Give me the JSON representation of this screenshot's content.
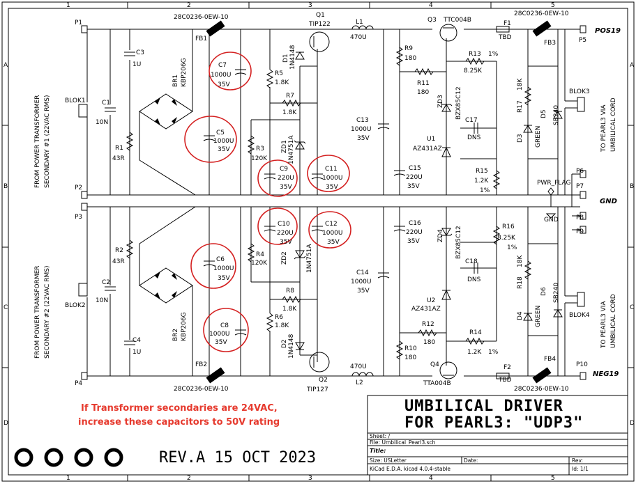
{
  "border": {
    "cols": [
      "1",
      "2",
      "3",
      "4",
      "5"
    ],
    "rows": [
      "A",
      "B",
      "C",
      "D"
    ]
  },
  "connectors": {
    "p1": "P1",
    "p2": "P2",
    "p3": "P3",
    "p4": "P4",
    "p5": "P5",
    "p6": "P6",
    "p7": "P7",
    "p8": "P8",
    "p9": "P9",
    "p10": "P10",
    "blok1": "BLOK1",
    "blok2": "BLOK2",
    "blok3": "BLOK3",
    "blok4": "BLOK4"
  },
  "nets": {
    "pos": "POS19",
    "gnd": "GND",
    "neg": "NEG19",
    "pwr_flag": "PWR_FLAG",
    "gnd_sym": "GND"
  },
  "side_labels": {
    "left_top_1": "FROM POWER TRANSFORMER",
    "left_top_2": "SECONDARY #1 (22VAC RMS)",
    "left_bot_1": "FROM POWER TRANSFORMER",
    "left_bot_2": "SECONDARY #2 (22VAC RMS)",
    "right_top_1": "TO PEARL3 VIA",
    "right_top_2": "UMBILICAL CORD",
    "right_bot_1": "TO PEARL3 VIA",
    "right_bot_2": "UMBILICAL CORD"
  },
  "components": {
    "fb1_part": "28C0236-0EW-10",
    "fb1": "FB1",
    "fb2": "FB2",
    "fb2_part": "28C0236-0EW-10",
    "fb3": "FB3",
    "fb3_part": "28C0236-0EW-10",
    "fb4": "FB4",
    "fb4_part": "28C0236-0EW-10",
    "c1": "C1",
    "c1v": "10N",
    "c2": "C2",
    "c2v": "10N",
    "c3": "C3",
    "c3v": "1U",
    "c4": "C4",
    "c4v": "1U",
    "r1": "R1",
    "r1v": "43R",
    "r2": "R2",
    "r2v": "43R",
    "br1": "BR1",
    "br1v": "KBP206G",
    "br2": "BR2",
    "br2v": "KBP206G",
    "c5": "C5",
    "c5v": "1000U",
    "c5r": "35V",
    "c6": "C6",
    "c6v": "1000U",
    "c6r": "35V",
    "c7": "C7",
    "c7v": "1000U",
    "c7r": "35V",
    "c8": "C8",
    "c8v": "1000U",
    "c8r": "35V",
    "c9": "C9",
    "c9v": "220U",
    "c9r": "35V",
    "c10": "C10",
    "c10v": "220U",
    "c10r": "35V",
    "c11": "C11",
    "c11v": "1000U",
    "c11r": "35V",
    "c12": "C12",
    "c12v": "1000U",
    "c12r": "35V",
    "r3": "R3",
    "r3v": "120K",
    "r4": "R4",
    "r4v": "120K",
    "r5": "R5",
    "r5v": "1.8K",
    "r6": "R6",
    "r6v": "1.8K",
    "r7": "R7",
    "r7v": "1.8K",
    "r8": "R8",
    "r8v": "1.8K",
    "d1": "D1",
    "d1v": "1N4148",
    "d2": "D2",
    "d2v": "1N4148",
    "zd1": "ZD1",
    "zd1v": "1N4751A",
    "zd2": "ZD2",
    "zd2v": "1N4751A",
    "q1": "Q1",
    "q1v": "TIP122",
    "q2": "Q2",
    "q2v": "TIP127",
    "l1": "L1",
    "l1v": "470U",
    "l2": "L2",
    "l2v": "470U",
    "c13": "C13",
    "c13v": "1000U",
    "c13r": "35V",
    "c14": "C14",
    "c14v": "1000U",
    "c14r": "35V",
    "c15": "C15",
    "c15v": "220U",
    "c15r": "35V",
    "c16": "C16",
    "c16v": "220U",
    "c16r": "35V",
    "r9": "R9",
    "r9v": "180",
    "r10": "R10",
    "r10v": "180",
    "r11": "R11",
    "r11v": "180",
    "r12": "R12",
    "r12v": "180",
    "q3": "Q3",
    "q3v": "TTC004B",
    "q4": "Q4",
    "q4v": "TTA004B",
    "r13": "R13",
    "r13v": "8.25K",
    "r13t": "1%",
    "r16": "R16",
    "r16v": "8.25K",
    "r16t": "1%",
    "zd3": "ZD3",
    "zd3v": "BZX85C12",
    "zd4": "ZD4",
    "zd4v": "BZX85C12",
    "c17": "C17",
    "c17v": "DNS",
    "c18": "C18",
    "c18v": "DNS",
    "u1": "U1",
    "u1v": "AZ431AZ",
    "u2": "U2",
    "u2v": "AZ431AZ",
    "r15": "R15",
    "r15v": "1.2K",
    "r15t": "1%",
    "r14": "R14",
    "r14v": "1.2K",
    "r14t": "1%",
    "f1": "F1",
    "f1v": "TBD",
    "f2": "F2",
    "f2v": "TBD",
    "r17": "R17",
    "r17v": "18K",
    "r18": "R18",
    "r18v": "18K",
    "d3": "D3",
    "d3v": "GREEN",
    "d4": "D4",
    "d4v": "GREEN",
    "d5": "D5",
    "d5v": "SB240",
    "d6": "D6",
    "d6v": "SB240"
  },
  "note": {
    "line1": "If Transformer secondaries are 24VAC,",
    "line2": "increase these capacitors to 50V rating"
  },
  "revision": "REV.A  15 OCT 2023",
  "title_block": {
    "title_line1": "UMBILICAL DRIVER",
    "title_line2": "FOR PEARL3:  \"UDP3\"",
    "sheet": "Sheet: /",
    "file": "File: Umbilical_Pearl3.sch",
    "title_label": "Title:",
    "size": "Size: USLetter",
    "date": "Date:",
    "rev": "Rev:",
    "kicad": "KiCad E.D.A.  kicad 4.0.4-stable",
    "id": "Id: 1/1"
  },
  "colors": {
    "ink": "#000000",
    "highlight": "#d42020",
    "note": "#e63a2e"
  }
}
